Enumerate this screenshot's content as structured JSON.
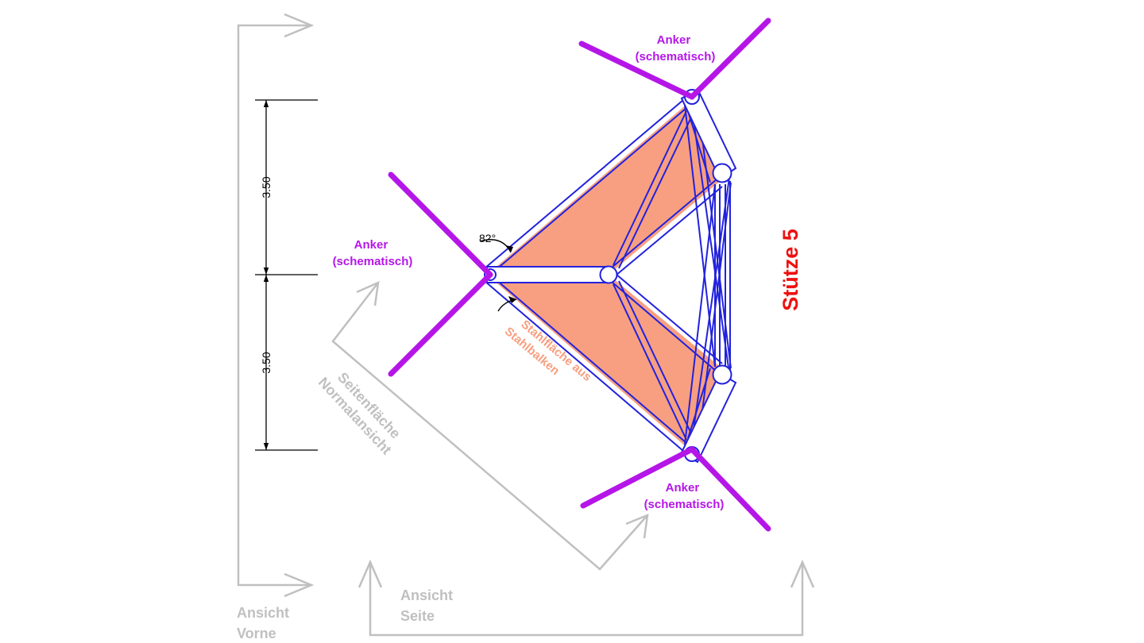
{
  "title": "Stütze 5",
  "anchors": {
    "top": [
      "Anker",
      "(schematisch)"
    ],
    "left": [
      "Anker",
      "(schematisch)"
    ],
    "bottom": [
      "Anker",
      "(schematisch)"
    ]
  },
  "dimensions": {
    "upper": "3.50",
    "lower": "3.50"
  },
  "angle": "82°",
  "steel_label": [
    "Stahlfläche aus",
    "Stahlbalken"
  ],
  "view_labels": {
    "front": [
      "Ansicht",
      "Vorne"
    ],
    "side": [
      "Ansicht",
      "Seite"
    ],
    "normal": [
      "Seitenfläche",
      "Normalansicht"
    ]
  },
  "colors": {
    "steel_fill": "#f79f80",
    "frame": "#2222dd",
    "anchor": "#b516e8",
    "title": "#ee1111",
    "view_arrows": "#c0c0c0",
    "dimension": "#000000"
  }
}
